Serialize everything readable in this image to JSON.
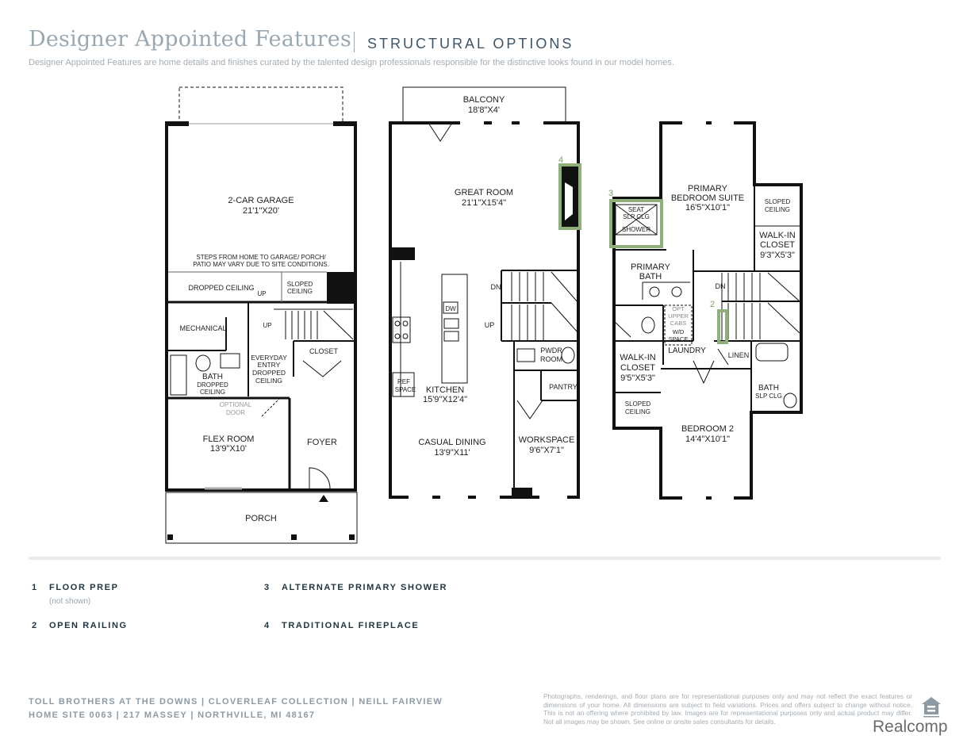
{
  "header": {
    "title": "Designer Appointed Features",
    "subtitle": "STRUCTURAL OPTIONS",
    "tagline": "Designer Appointed Features are home details and finishes curated by the talented design professionals responsible for the distinctive looks found in our model homes."
  },
  "plan": {
    "first_floor": {
      "garage": "2-CAR GARAGE",
      "garage_dim": "21'1\"X20'",
      "steps_note_1": "STEPS FROM HOME TO GARAGE/ PORCH/",
      "steps_note_2": "PATIO MAY VARY DUE TO SITE CONDITIONS.",
      "dropped_ceiling": "DROPPED CEILING",
      "sloped_1": "SLOPED",
      "sloped_2": "CEILING",
      "up_a": "UP",
      "up_b": "UP",
      "mechanical": "MECHANICAL",
      "closet": "CLOSET",
      "everyday_1": "EVERYDAY",
      "everyday_2": "ENTRY",
      "everyday_3": "DROPPED",
      "everyday_4": "CEILING",
      "bath": "BATH",
      "bath_dc_1": "DROPPED",
      "bath_dc_2": "CEILING",
      "optional_1": "OPTIONAL",
      "optional_2": "DOOR",
      "flex": "FLEX ROOM",
      "flex_dim": "13'9\"X10'",
      "foyer": "FOYER",
      "porch": "PORCH"
    },
    "second_floor": {
      "balcony": "BALCONY",
      "balcony_dim": "18'8\"X4'",
      "great_room": "GREAT ROOM",
      "great_room_dim": "21'1\"X15'4\"",
      "dn": "DN",
      "up": "UP",
      "dw": "DW",
      "ref_1": "REF",
      "ref_2": "SPACE",
      "kitchen": "KITCHEN",
      "kitchen_dim": "15'9\"X12'4\"",
      "pwdr_1": "PWDR",
      "pwdr_2": "ROOM",
      "pantry": "PANTRY",
      "dining": "CASUAL DINING",
      "dining_dim": "13'9\"X11'",
      "workspace": "WORKSPACE",
      "workspace_dim": "9'6\"X7'1\""
    },
    "third_floor": {
      "primary_1": "PRIMARY",
      "primary_2": "BEDROOM SUITE",
      "primary_dim": "16'5\"X10'1\"",
      "sloped_1": "SLOPED",
      "sloped_2": "CEILING",
      "wic_1": "WALK-IN",
      "wic_2": "CLOSET",
      "wic_dim": "9'3\"X5'3\"",
      "seat": "SEAT",
      "slp_clg": "SLP CLG",
      "shower": "SHOWER",
      "pbath_1": "PRIMARY",
      "pbath_2": "BATH",
      "dn": "DN",
      "opt_1": "OPT",
      "opt_2": "UPPER",
      "opt_3": "CABS",
      "opt_4": "W/D",
      "opt_5": "SPACE",
      "laundry": "LAUNDRY",
      "linen": "LINEN",
      "wic2_1": "WALK-IN",
      "wic2_2": "CLOSET",
      "wic2_dim": "9'5\"X5'3\"",
      "sloped2_1": "SLOPED",
      "sloped2_2": "CEILING",
      "bath": "BATH",
      "bath_slp": "SLP CLG",
      "bedroom2": "BEDROOM 2",
      "bedroom2_dim": "14'4\"X10'1\""
    },
    "markers": {
      "m2": "2",
      "m3": "3",
      "m4": "4"
    },
    "colors": {
      "highlight": "#8fb07a",
      "wall": "#111111"
    }
  },
  "legend": [
    {
      "num": "1",
      "label": "FLOOR PREP",
      "note": "(not shown)"
    },
    {
      "num": "2",
      "label": "OPEN RAILING"
    },
    {
      "num": "3",
      "label": "ALTERNATE PRIMARY SHOWER"
    },
    {
      "num": "4",
      "label": "TRADITIONAL FIREPLACE"
    }
  ],
  "footer": {
    "line1": "TOLL BROTHERS AT THE DOWNS | CLOVERLEAF COLLECTION | NEILL FAIRVIEW",
    "line2": "HOME SITE 0063 | 217 MASSEY | NORTHVILLE, MI 48167",
    "disclaimer": "Photographs, renderings, and floor plans are for representational purposes only and may not reflect the exact features or dimensions of your home. All dimensions are subject to field variations. Prices and offers subject to change without notice. This is not an offering where prohibited by law. Images are for representational purposes only and actual product may differ. Not all images may be shown. See online or onsite sales consultants for details.",
    "watermark": "Realcomp"
  }
}
